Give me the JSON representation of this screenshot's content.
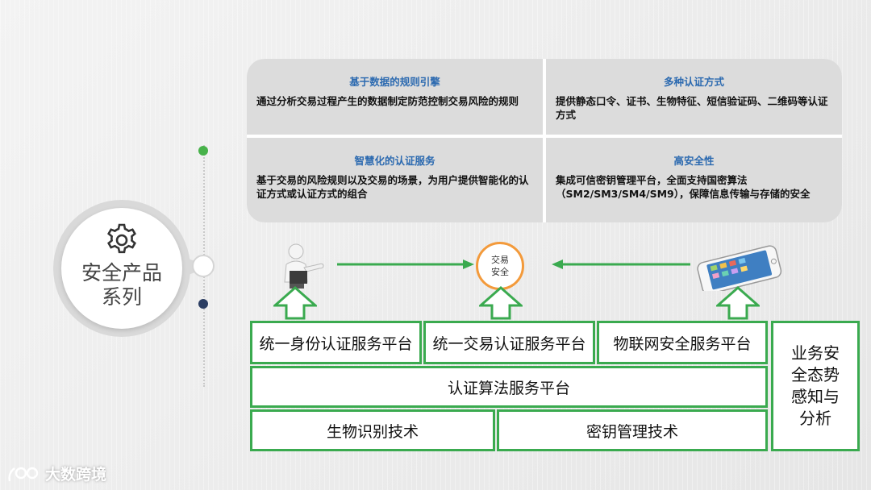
{
  "badge": {
    "title": "安全产品系列",
    "icon": "gear-icon"
  },
  "features": [
    {
      "title": "基于数据的规则引擎",
      "desc": "通过分析交易过程产生的数据制定防范控制交易风险的规则"
    },
    {
      "title": "多种认证方式",
      "desc": "提供静态口令、证书、生物特征、短信验证码、二维码等认证方式"
    },
    {
      "title": "智慧化的认证服务",
      "desc": "基于交易的风险规则以及交易的场景，为用户提供智能化的认证方式或认证方式的组合"
    },
    {
      "title": "高安全性",
      "desc": "集成可信密钥管理平台，全面支持国密算法（SM2/SM3/SM4/SM9），保障信息传输与存储的安全"
    }
  ],
  "flow": {
    "center_line1": "交易",
    "center_line2": "安全",
    "left_icon": "person-icon",
    "right_icon": "smartphone-icon"
  },
  "platforms": {
    "identity": "统一身份认证服务平台",
    "transaction": "统一交易认证服务平台",
    "iot": "物联网安全服务平台",
    "algorithm": "认证算法服务平台",
    "biometric": "生物识别技术",
    "key_mgmt": "密钥管理技术",
    "situation": "业务安全态势感知与分析"
  },
  "watermark": {
    "text": "大数跨境"
  },
  "colors": {
    "accent_green": "#3aaa4f",
    "title_blue": "#2c6ab0",
    "orange": "#f39a3b",
    "navy": "#2c3e63"
  }
}
